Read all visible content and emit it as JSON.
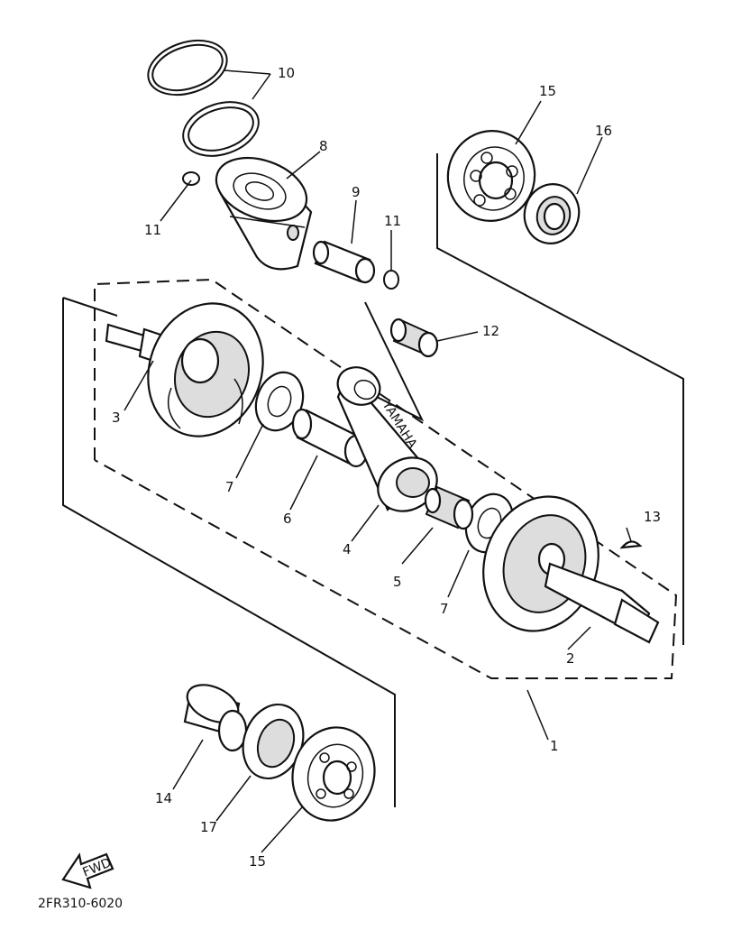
{
  "diagram": {
    "labels": {
      "p1": "1",
      "p2": "2",
      "p3": "3",
      "p4": "4",
      "p5": "5",
      "p6": "6",
      "p7a": "7",
      "p7b": "7",
      "p8": "8",
      "p9": "9",
      "p10": "10",
      "p11a": "11",
      "p11b": "11",
      "p12": "12",
      "p13": "13",
      "p14": "14",
      "p15a": "15",
      "p15b": "15",
      "p16": "16",
      "p17": "17"
    },
    "rod_text": "YAMAHA",
    "fwd_text": "FWD",
    "code": "2FR310-6020"
  }
}
